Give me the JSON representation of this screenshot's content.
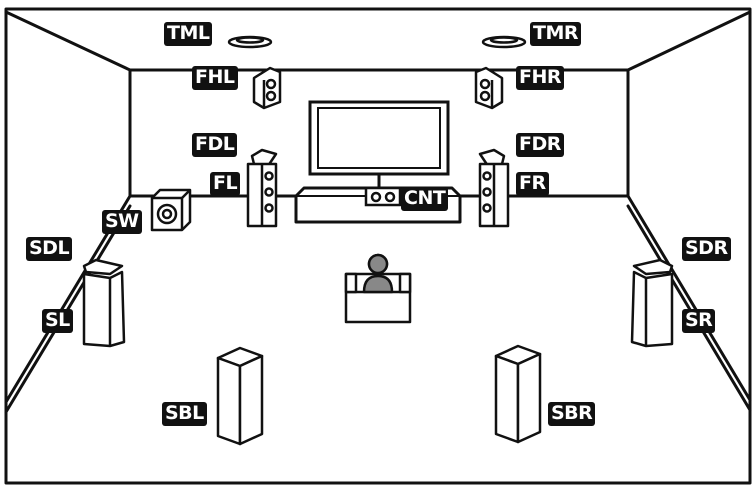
{
  "labels": {
    "tml": "TML",
    "tmr": "TMR",
    "fhl": "FHL",
    "fhr": "FHR",
    "fdl": "FDL",
    "fdr": "FDR",
    "fl": "FL",
    "fr": "FR",
    "cnt": "CNT",
    "sw": "SW",
    "sdl": "SDL",
    "sdr": "SDR",
    "sl": "SL",
    "sr": "SR",
    "sbl": "SBL",
    "sbr": "SBR"
  },
  "colors": {
    "line": "#111111",
    "label_bg": "#111111",
    "label_text": "#ffffff",
    "speaker_fill": "#ffffff",
    "tv_screen": "#ffffff",
    "listener": "#888888"
  }
}
